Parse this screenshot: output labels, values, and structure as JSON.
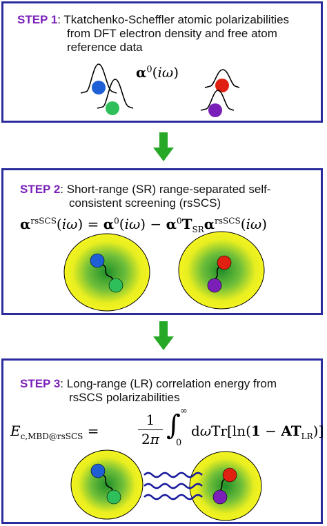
{
  "step1": {
    "label": "STEP 1",
    "text_line1": ": Tkatchenko-Scheffler atomic polarizabilities",
    "text_line2": "from DFT electron density and free atom",
    "text_line3": "reference data",
    "equation": "α⁰(iω)"
  },
  "step2": {
    "label": "STEP 2",
    "text_line1": ": Short-range (SR) range-separated self-",
    "text_line2": "consistent screening (rsSCS)",
    "equation": "αʳˢˢᶜˢ(iω) = α⁰(iω) − α⁰T_SR αʳˢˢᶜˢ(iω)"
  },
  "step3": {
    "label": "STEP 3",
    "text_line1": ": Long-range (LR) correlation energy from",
    "text_line2": "rsSCS polarizabilities",
    "equation": "E_c,MBD@rsSCS = 1/2π ∫₀^∞ dω Tr[ln(1 − AT_LR)]"
  },
  "colors": {
    "border": "#2b2b9e",
    "step_label": "#7a20b8",
    "arrow": "#27a827",
    "atom_blue": "#1f5fd6",
    "atom_green": "#2fbf5a",
    "atom_red": "#e02010",
    "atom_purple": "#7a20b8",
    "density_outer": "#f2f21a",
    "density_inner": "#1f8f2a",
    "wave": "#1a1a9e"
  }
}
